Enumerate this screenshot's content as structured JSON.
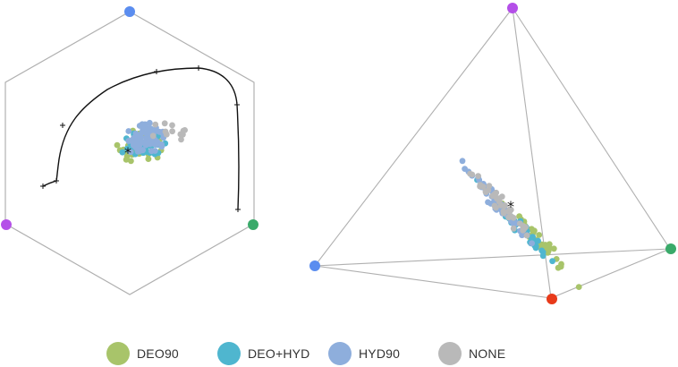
{
  "chart_data": [
    {
      "type": "scatter",
      "projection": "hexagonal (cube-corner) view of a simplex",
      "corner_colors": [
        "#5b8def",
        "#b44fe8",
        "#3aaa6a"
      ],
      "series": [
        {
          "name": "DEO90",
          "color": "#a8c46a",
          "count": 40
        },
        {
          "name": "DEO+HYD",
          "color": "#4fb6cf",
          "count": 40
        },
        {
          "name": "HYD90",
          "color": "#8eaedc",
          "count": 70
        },
        {
          "name": "NONE",
          "color": "#b9b9b9",
          "count": 12
        }
      ],
      "trajectory": "black line with tick marks",
      "marker": "*"
    },
    {
      "type": "scatter",
      "projection": "tetrahedron",
      "corner_colors": [
        "#b44fe8",
        "#5b8def",
        "#3aaa6a",
        "#e83a1a"
      ],
      "series": [
        {
          "name": "DEO90",
          "color": "#a8c46a",
          "count": 40
        },
        {
          "name": "DEO+HYD",
          "color": "#4fb6cf",
          "count": 40
        },
        {
          "name": "HYD90",
          "color": "#8eaedc",
          "count": 50
        },
        {
          "name": "NONE",
          "color": "#b9b9b9",
          "count": 40
        }
      ],
      "marker": "*"
    }
  ],
  "legend": {
    "items": [
      {
        "label": "DEO90",
        "color": "#a8c46a"
      },
      {
        "label": "DEO+HYD",
        "color": "#4fb6cf"
      },
      {
        "label": "HYD90",
        "color": "#8eaedc"
      },
      {
        "label": "NONE",
        "color": "#b9b9b9"
      }
    ]
  }
}
